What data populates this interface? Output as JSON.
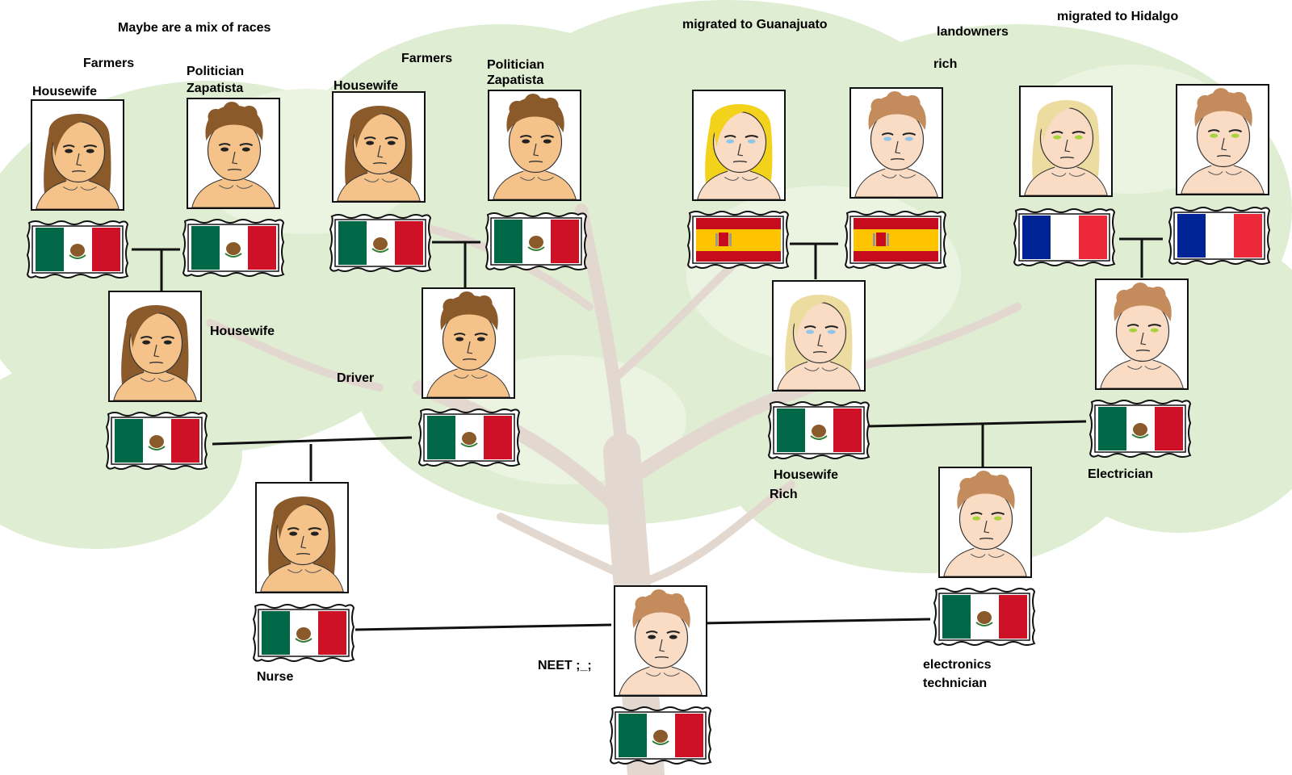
{
  "labels": {
    "mix_races": "Maybe are a mix of races",
    "farmers_1": "Farmers",
    "housewife_1": "Housewife",
    "politician_1": "Politician",
    "zapatista_1": "Zapatista",
    "farmers_2": "Farmers",
    "housewife_2": "Housewife",
    "politician_2": "Politician",
    "zapatista_2": "Zapatista",
    "housewife_3": "Housewife",
    "driver": "Driver",
    "nurse": "Nurse",
    "neet": "NEET  ;_;",
    "migrated_guanajuato": "migrated to Guanajuato",
    "landowners": "landowners",
    "rich_1": "rich",
    "migrated_hidalgo": "migrated to Hidalgo",
    "housewife_4": "Housewife",
    "rich_2": "Rich",
    "electrician": "Electrician",
    "electronics": "electronics",
    "technician": "technician"
  },
  "people": [
    {
      "id": "p1",
      "gender": "female",
      "skin": "#f5c28a",
      "hair": "#8b5a2b",
      "eyes": "#222222",
      "flag": "mexico"
    },
    {
      "id": "p2",
      "gender": "male",
      "skin": "#f5c28a",
      "hair": "#8b5a2b",
      "eyes": "#222222",
      "flag": "mexico"
    },
    {
      "id": "p3",
      "gender": "female",
      "skin": "#f5c28a",
      "hair": "#8b5a2b",
      "eyes": "#222222",
      "flag": "mexico"
    },
    {
      "id": "p4",
      "gender": "male",
      "skin": "#f5c28a",
      "hair": "#8b5a2b",
      "eyes": "#222222",
      "flag": "mexico"
    },
    {
      "id": "p5",
      "gender": "female",
      "skin": "#f5c28a",
      "hair": "#8b5a2b",
      "eyes": "#222222",
      "flag": "mexico"
    },
    {
      "id": "p6",
      "gender": "male",
      "skin": "#f5c28a",
      "hair": "#8b5a2b",
      "eyes": "#222222",
      "flag": "mexico"
    },
    {
      "id": "p7",
      "gender": "female",
      "skin": "#f5c28a",
      "hair": "#8b5a2b",
      "eyes": "#222222",
      "flag": "mexico"
    },
    {
      "id": "p8",
      "gender": "female",
      "skin": "#fadbc4",
      "hair": "#f2d21a",
      "eyes": "#8fc6e8",
      "flag": "spain"
    },
    {
      "id": "p9",
      "gender": "male",
      "skin": "#fadbc4",
      "hair": "#c48c5c",
      "eyes": "#8fc6e8",
      "flag": "spain"
    },
    {
      "id": "p10",
      "gender": "female",
      "skin": "#fadbc4",
      "hair": "#ecdca0",
      "eyes": "#a6d43a",
      "flag": "france"
    },
    {
      "id": "p11",
      "gender": "male",
      "skin": "#fadbc4",
      "hair": "#c48c5c",
      "eyes": "#a6d43a",
      "flag": "france"
    },
    {
      "id": "p12",
      "gender": "female",
      "skin": "#fadbc4",
      "hair": "#ecdca0",
      "eyes": "#8fc6e8",
      "flag": "mexico"
    },
    {
      "id": "p13",
      "gender": "male",
      "skin": "#fadbc4",
      "hair": "#c48c5c",
      "eyes": "#a6d43a",
      "flag": "mexico"
    },
    {
      "id": "p14",
      "gender": "male",
      "skin": "#fadbc4",
      "hair": "#c48c5c",
      "eyes": "#a6d43a",
      "flag": "mexico"
    },
    {
      "id": "p15",
      "gender": "male",
      "skin": "#fadbc4",
      "hair": "#c48c5c",
      "eyes": "#222222",
      "flag": "mexico"
    }
  ],
  "colors": {
    "mexico_green": "#006847",
    "mexico_red": "#ce1126",
    "spain_red": "#c60b1e",
    "spain_yellow": "#ffc400",
    "france_blue": "#002395",
    "france_red": "#ed2939",
    "tree_leaf": "#dcebcf",
    "tree_trunk": "#e6dbd2"
  }
}
